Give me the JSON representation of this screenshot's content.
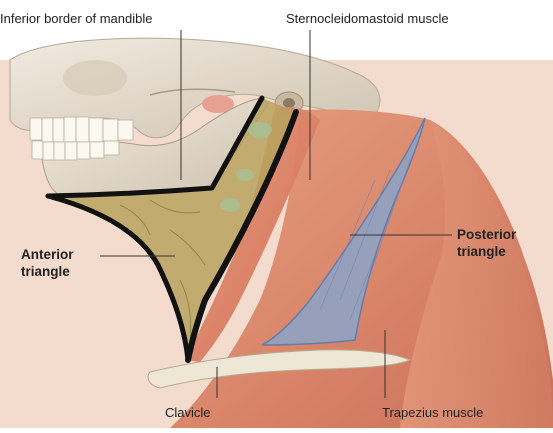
{
  "labels": {
    "inferior_border": "Inferior border of mandible",
    "sternocleidomastoid": "Sternocleidomastoid muscle",
    "anterior_triangle_line1": "Anterior",
    "anterior_triangle_line2": "triangle",
    "posterior_triangle_line1": "Posterior",
    "posterior_triangle_line2": "triangle",
    "clavicle": "Clavicle",
    "trapezius": "Trapezius muscle"
  },
  "colors": {
    "anterior_triangle_fill": "#b7a25e",
    "posterior_triangle_fill": "#8fa3c4",
    "muscle": "#d98866",
    "skull": "#e9e1d3",
    "outline": "#111111"
  }
}
